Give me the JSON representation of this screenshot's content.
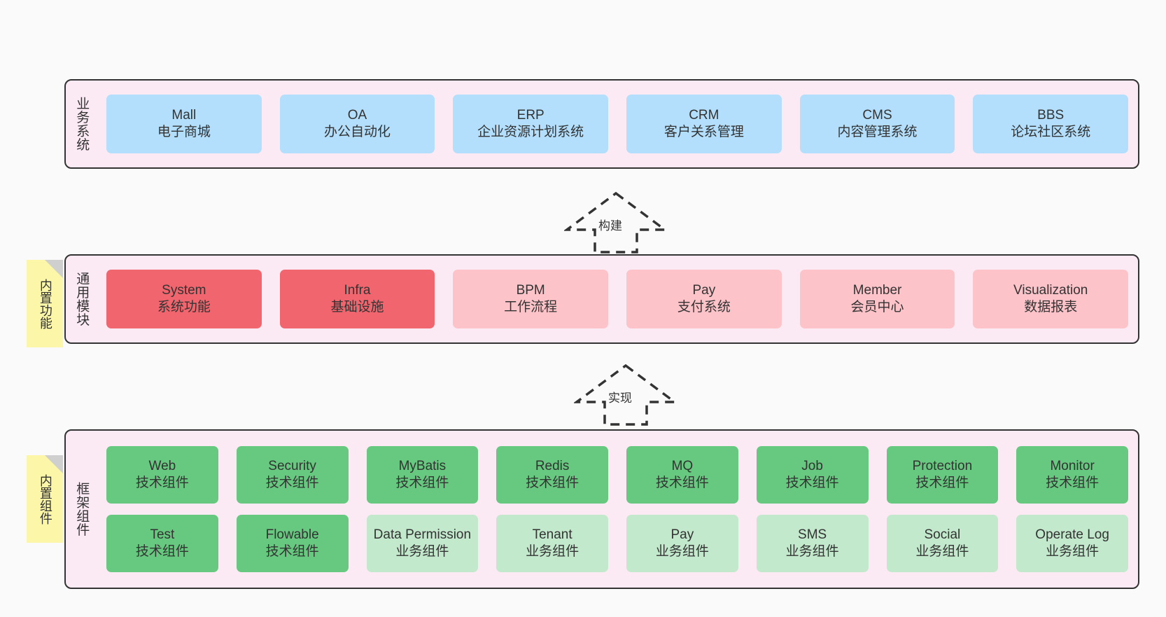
{
  "diagram": {
    "type": "layered-architecture",
    "background": "#fafafa"
  },
  "sections": {
    "business": {
      "title": "业务系统",
      "color": "#b3dffc",
      "items": [
        {
          "name": "Mall",
          "desc": "电子商城"
        },
        {
          "name": "OA",
          "desc": "办公自动化"
        },
        {
          "name": "ERP",
          "desc": "企业资源计划系统"
        },
        {
          "name": "CRM",
          "desc": "客户关系管理"
        },
        {
          "name": "CMS",
          "desc": "内容管理系统"
        },
        {
          "name": "BBS",
          "desc": "论坛社区系统"
        }
      ]
    },
    "modules": {
      "title": "通用模块",
      "sticky": "内置功能",
      "items": [
        {
          "name": "System",
          "desc": "系统功能",
          "color": "#f1666e"
        },
        {
          "name": "Infra",
          "desc": "基础设施",
          "color": "#f1666e"
        },
        {
          "name": "BPM",
          "desc": "工作流程",
          "color": "#fcc3c9"
        },
        {
          "name": "Pay",
          "desc": "支付系统",
          "color": "#fcc3c9"
        },
        {
          "name": "Member",
          "desc": "会员中心",
          "color": "#fcc3c9"
        },
        {
          "name": "Visualization",
          "desc": "数据报表",
          "color": "#fcc3c9"
        }
      ]
    },
    "framework": {
      "title": "框架组件",
      "sticky": "内置组件",
      "row1": [
        {
          "name": "Web",
          "desc": "技术组件",
          "color": "#66c97f"
        },
        {
          "name": "Security",
          "desc": "技术组件",
          "color": "#66c97f"
        },
        {
          "name": "MyBatis",
          "desc": "技术组件",
          "color": "#66c97f"
        },
        {
          "name": "Redis",
          "desc": "技术组件",
          "color": "#66c97f"
        },
        {
          "name": "MQ",
          "desc": "技术组件",
          "color": "#66c97f"
        },
        {
          "name": "Job",
          "desc": "技术组件",
          "color": "#66c97f"
        },
        {
          "name": "Protection",
          "desc": "技术组件",
          "color": "#66c97f"
        },
        {
          "name": "Monitor",
          "desc": "技术组件",
          "color": "#66c97f"
        }
      ],
      "row2": [
        {
          "name": "Test",
          "desc": "技术组件",
          "color": "#66c97f"
        },
        {
          "name": "Flowable",
          "desc": "技术组件",
          "color": "#66c97f"
        },
        {
          "name": "Data Permission",
          "desc": "业务组件",
          "color": "#c2e9cc"
        },
        {
          "name": "Tenant",
          "desc": "业务组件",
          "color": "#c2e9cc"
        },
        {
          "name": "Pay",
          "desc": "业务组件",
          "color": "#c2e9cc"
        },
        {
          "name": "SMS",
          "desc": "业务组件",
          "color": "#c2e9cc"
        },
        {
          "name": "Social",
          "desc": "业务组件",
          "color": "#c2e9cc"
        },
        {
          "name": "Operate Log",
          "desc": "业务组件",
          "color": "#c2e9cc"
        }
      ]
    }
  },
  "connectors": [
    {
      "label": "构建",
      "from": "modules",
      "to": "business"
    },
    {
      "label": "实现",
      "from": "framework",
      "to": "modules"
    }
  ]
}
